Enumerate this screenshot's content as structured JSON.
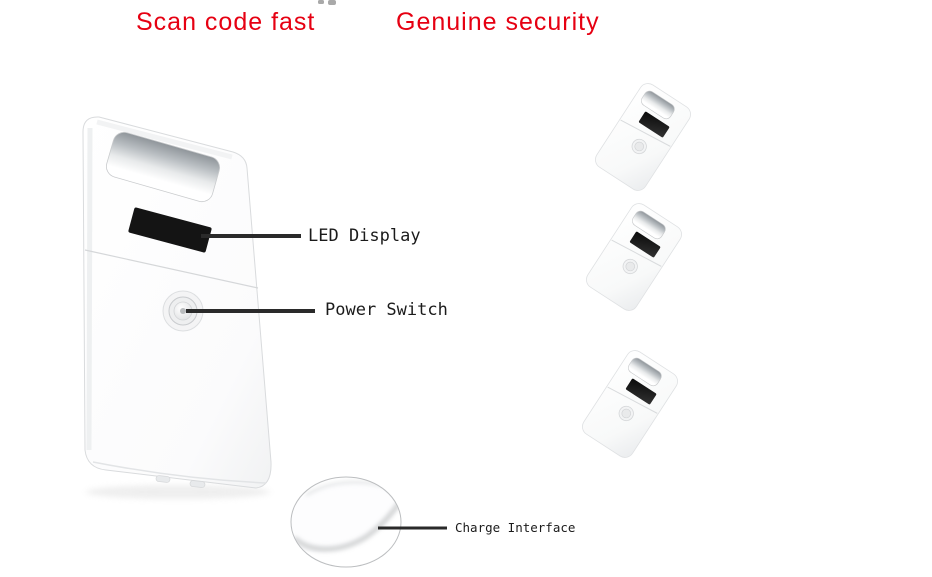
{
  "page": {
    "background_color": "#ffffff"
  },
  "headings": {
    "left": "Scan code fast",
    "right": "Genuine security",
    "color": "#e60012"
  },
  "callouts": {
    "led_display": "LED Display",
    "power_switch": "Power Switch",
    "charge_interface": "Charge Interface",
    "text_color": "#1b1b1b",
    "line_color": "#2a2a2a"
  },
  "graphics": {
    "main_scanner_icon": "handheld-rfid-scanner",
    "mini_scanner_count": 3,
    "magnifier_icon": "charge-interface-zoom-circle",
    "colors": {
      "device_white": "#fcfcfd",
      "device_shade": "#eef0f1",
      "display_black": "#141414",
      "hole_inner_gray": "#8f959a",
      "seam_gray": "#d5d7d9",
      "button_ring_gray": "#c9cbce",
      "magnifier_ring": "#bcbec0",
      "shadow_gray": "#aeb1b3"
    }
  }
}
